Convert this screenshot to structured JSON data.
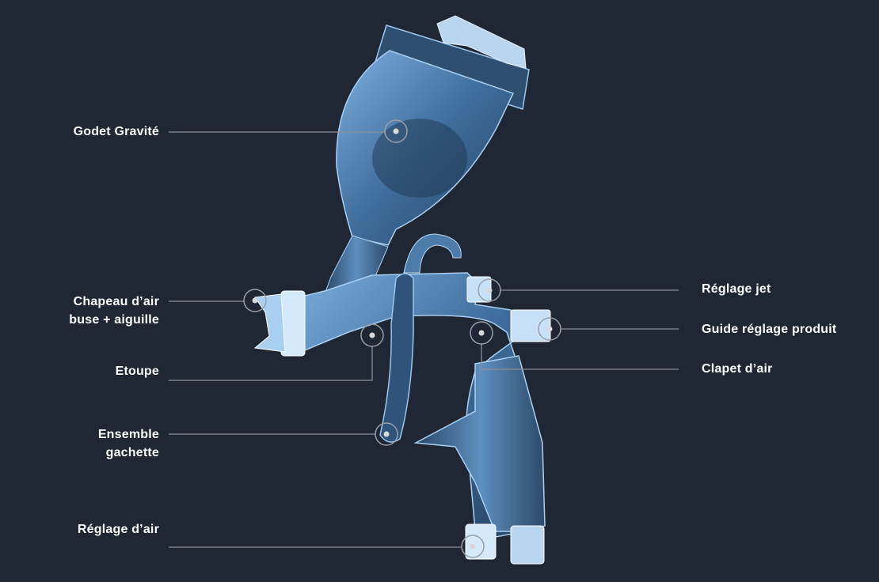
{
  "colors": {
    "background": "#1e2733",
    "part": "#4f7fad",
    "part_highlight": "#cfe6ff",
    "leader": "#8a9099",
    "hotspot_dot": "#d8d8d8"
  },
  "labels": {
    "godet": "Godet Gravité",
    "chapeau_line1": "Chapeau d’air",
    "chapeau_line2": "buse + aiguille",
    "etoupe": "Etoupe",
    "gachette_line1": "Ensemble",
    "gachette_line2": "gachette",
    "reglage_air": "Réglage d’air",
    "reglage_jet": "Réglage jet",
    "guide_produit": "Guide réglage produit",
    "clapet": "Clapet d’air"
  }
}
